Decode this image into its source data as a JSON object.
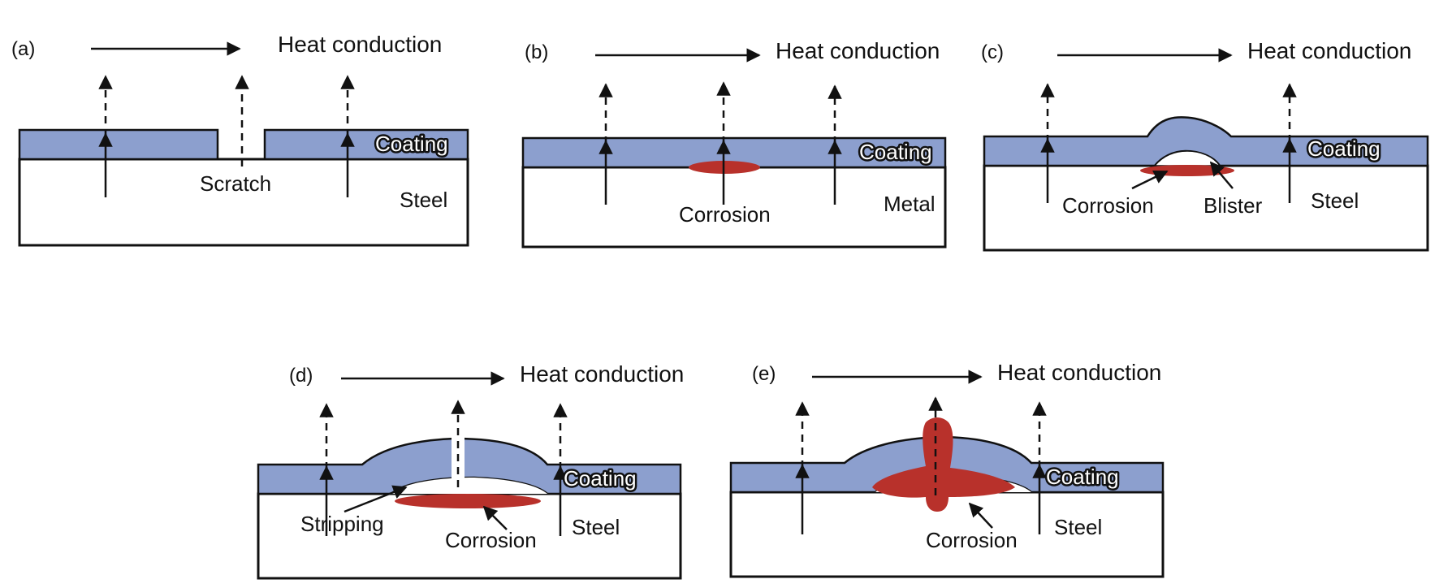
{
  "colors": {
    "coating": "#8c9fce",
    "corrosion": "#b8312b",
    "blister": "#ffffff",
    "outline": "#111111"
  },
  "panels": [
    {
      "letter": "(a)",
      "heat": "Heat conduction",
      "coating": "Coating",
      "substrate": "Steel",
      "defect": "Scratch"
    },
    {
      "letter": "(b)",
      "heat": "Heat conduction",
      "coating": "Coating",
      "substrate": "Metal",
      "defect": "Corrosion"
    },
    {
      "letter": "(c)",
      "heat": "Heat conduction",
      "coating": "Coating",
      "substrate": "Steel",
      "defect": "Corrosion",
      "defect2": "Blister"
    },
    {
      "letter": "(d)",
      "heat": "Heat conduction",
      "coating": "Coating",
      "substrate": "Steel",
      "defect": "Stripping",
      "defect2": "Corrosion"
    },
    {
      "letter": "(e)",
      "heat": "Heat conduction",
      "coating": "Coating",
      "substrate": "Steel",
      "defect": "Corrosion"
    }
  ]
}
